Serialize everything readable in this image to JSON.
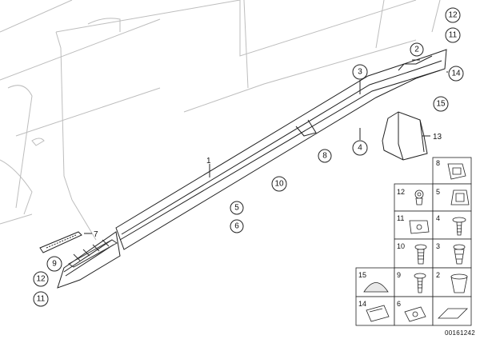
{
  "diagram": {
    "document_number": "00161242",
    "callouts": {
      "c1": "1",
      "c2": "2",
      "c3": "3",
      "c4": "4",
      "c5": "5",
      "c6": "6",
      "c7": "7",
      "c8": "8",
      "c9": "9",
      "c10": "10",
      "c11a": "11",
      "c11b": "11",
      "c12a": "12",
      "c12b": "12",
      "c13": "13",
      "c14": "14",
      "c15": "15"
    },
    "grid": {
      "g8": "8",
      "g12": "12",
      "g5": "5",
      "g11": "11",
      "g4": "4",
      "g10": "10",
      "g3": "3",
      "g15": "15",
      "g9": "9",
      "g2": "2",
      "g14": "14",
      "g6": "6"
    }
  }
}
